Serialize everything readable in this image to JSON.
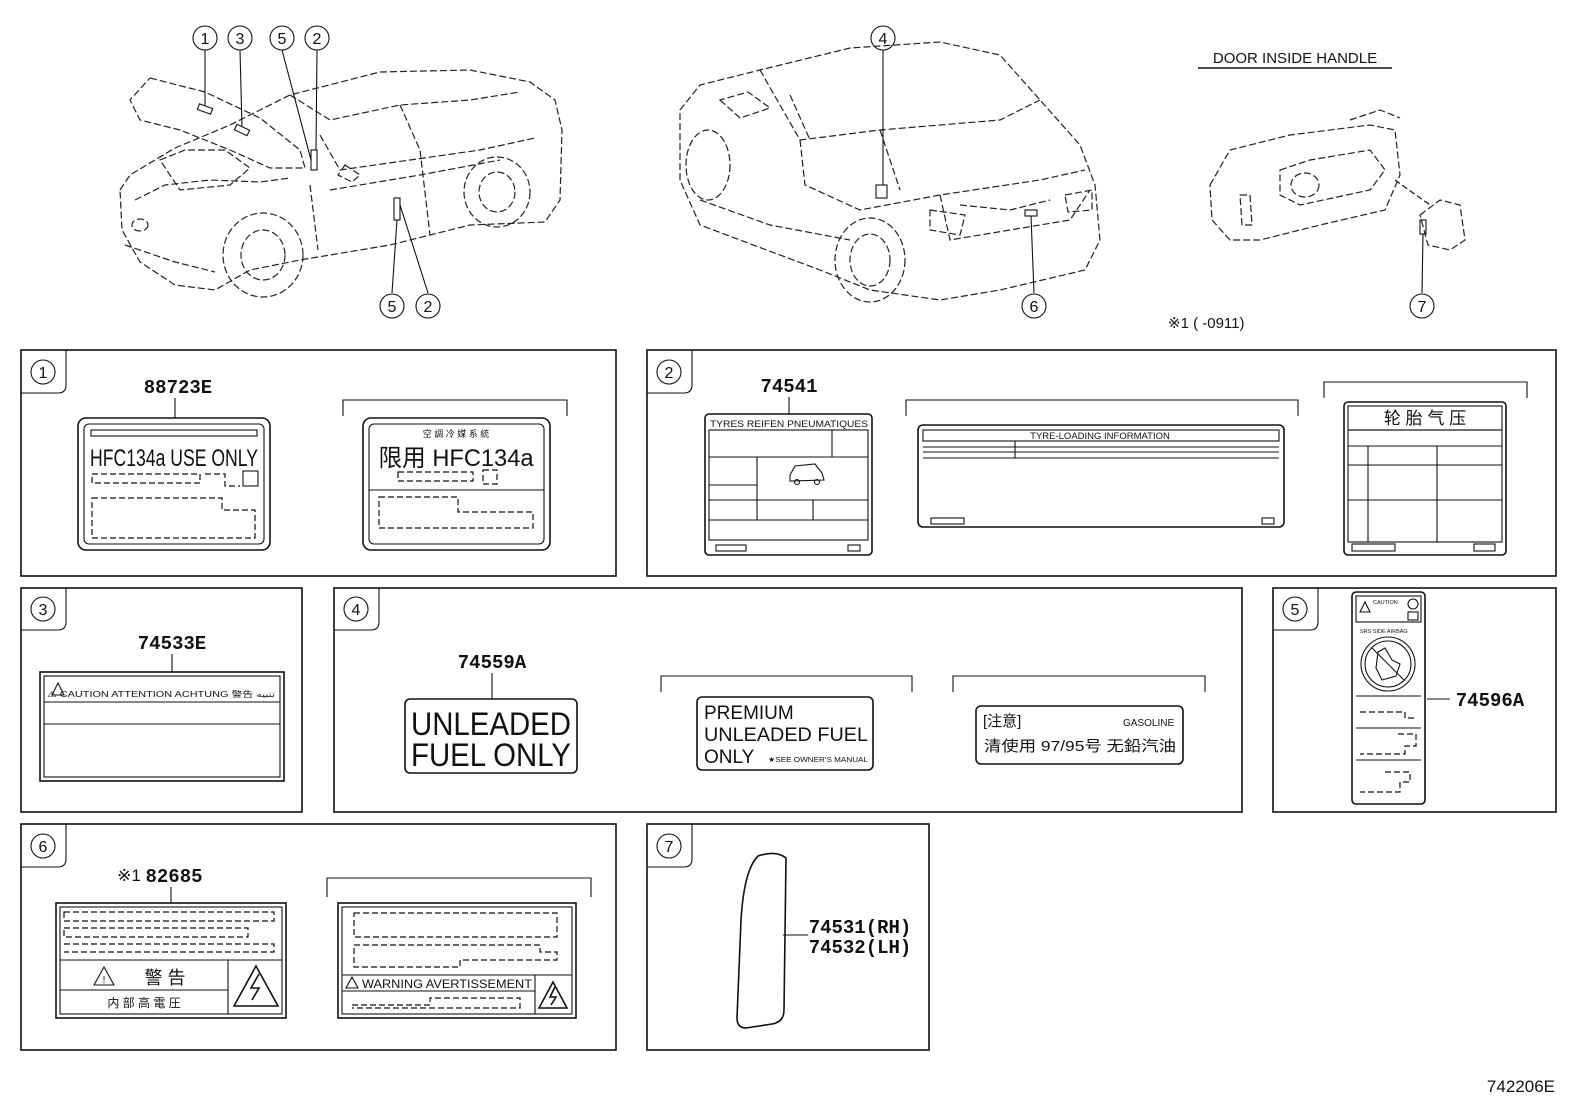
{
  "door_inside_handle_title": "DOOR INSIDE HANDLE",
  "note_star": "※1 (      -0911)",
  "drawing_number": "742206E",
  "callouts": {
    "c1": "1",
    "c2": "2",
    "c3": "3",
    "c4": "4",
    "c5": "5",
    "c6": "6",
    "c7": "7"
  },
  "panel1": {
    "part_number": "88723E",
    "label_a_text": "HFC134a USE ONLY",
    "label_b_header": "空 調 冷 媒 系 統",
    "label_b_text": "限用 HFC134a"
  },
  "panel2": {
    "part_number": "74541",
    "label_a_header": "TYRES REIFEN PNEUMATIQUES",
    "label_b_header": "TYRE-LOADING  INFORMATION",
    "label_c_header": "轮 胎 气 压"
  },
  "panel3": {
    "part_number": "74533E",
    "label_header": "⚠ CAUTION   ATTENTION   ACHTUNG  警告  تنبيه"
  },
  "panel4": {
    "part_number": "74559A",
    "label_a_line1": "UNLEADED",
    "label_a_line2": "FUEL ONLY",
    "label_b_line1": "PREMIUM",
    "label_b_line2": "UNLEADED FUEL",
    "label_b_line3": "ONLY",
    "label_b_note": "★SEE OWNER'S MANUAL",
    "label_c_header": "[注意]",
    "label_c_gas": "GASOLINE",
    "label_c_text": "清使用 97/95号 无鉛汽油"
  },
  "panel5": {
    "part_number": "74596A",
    "label_top": "CAUTION",
    "label_sub": "SRS SIDE AIRBAG"
  },
  "panel6": {
    "part_number": "82685",
    "part_prefix": "※1",
    "label_a_warning": "警 告",
    "label_a_sub": "内 部 高 電 圧",
    "label_b_text": "WARNING AVERTISSEMENT"
  },
  "panel7": {
    "part_number_rh": "74531(RH)",
    "part_number_lh": "74532(LH)"
  }
}
